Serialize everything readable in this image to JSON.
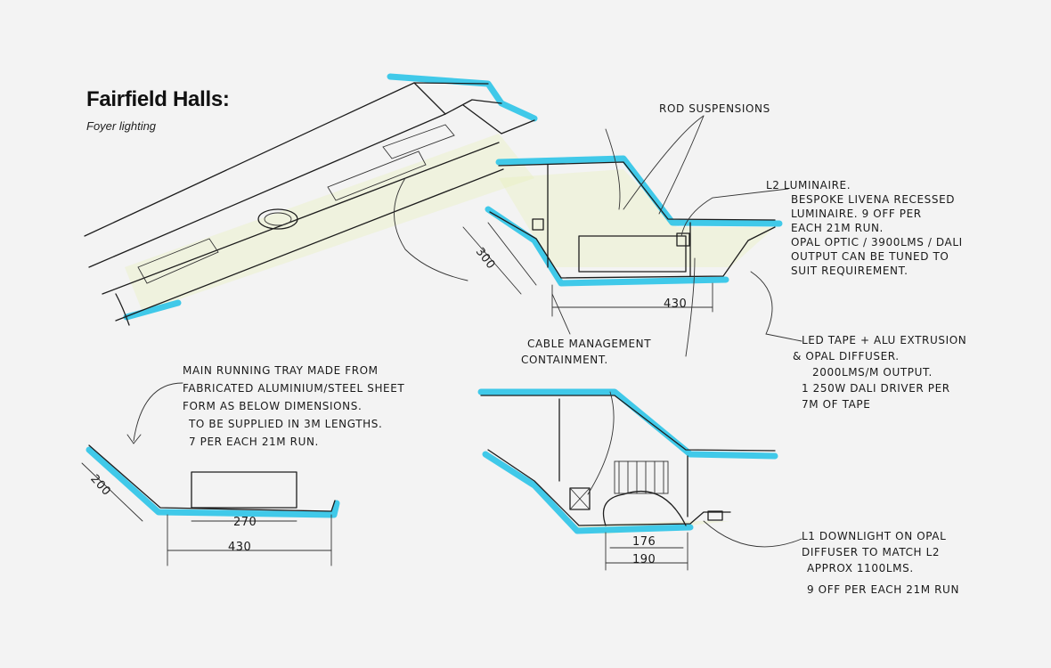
{
  "header": {
    "title": "Fairfield Halls:",
    "subtitle": "Foyer lighting"
  },
  "colors": {
    "ink": "#1d1d1d",
    "highlight_cyan": "#2cc4e8",
    "glow_yellow": "#e9f2b8",
    "paper": "#f3f3f3"
  },
  "annotations": {
    "rod_suspensions": "ROD SUSPENSIONS",
    "l2_luminaire": [
      "L2 LUMINAIRE.",
      "BESPOKE LIVENA RECESSED",
      "LUMINAIRE. 9 OFF PER",
      "EACH 21M RUN.",
      "OPAL OPTIC / 3900LMS / DALI",
      "OUTPUT CAN BE TUNED TO",
      "SUIT REQUIREMENT."
    ],
    "cable_management": [
      "CABLE MANAGEMENT",
      "CONTAINMENT."
    ],
    "led_tape": [
      "LED TAPE + ALU EXTRUSION",
      "& OPAL DIFFUSER.",
      "2000LMS/M OUTPUT.",
      "1 250W DALI DRIVER PER",
      "7M OF TAPE"
    ],
    "main_running_tray": [
      "MAIN RUNNING TRAY MADE FROM",
      "FABRICATED ALUMINIUM/STEEL SHEET",
      "FORM AS BELOW DIMENSIONS.",
      "TO BE SUPPLIED IN 3M LENGTHS.",
      "7 PER EACH 21M RUN."
    ],
    "l1_downlight": [
      "L1 DOWNLIGHT ON OPAL",
      "DIFFUSER TO MATCH L2",
      "APPROX 1100LMS.",
      "9 OFF PER EACH 21M RUN"
    ]
  },
  "dimensions": {
    "section_top_depth": "300",
    "section_top_width": "430",
    "tray_depth": "200",
    "tray_inner_width": "270",
    "tray_width": "430",
    "downlight_inner": "176",
    "downlight_outer": "190"
  }
}
